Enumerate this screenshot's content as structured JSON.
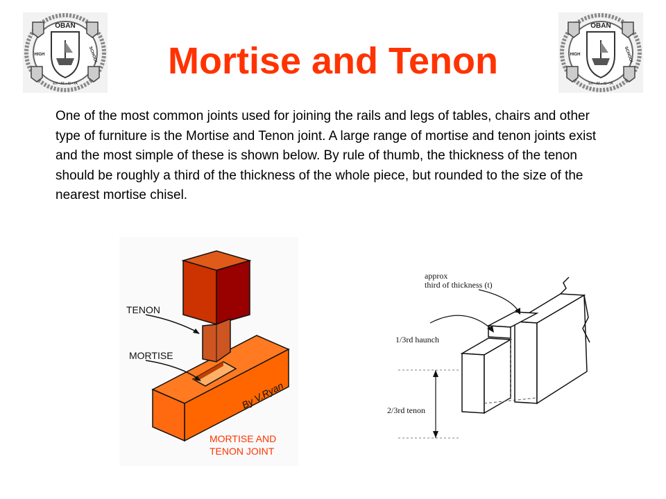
{
  "title": "Mortise and Tenon",
  "intro": "One of the most common joints used for joining the rails and legs of tables, chairs and other type of furniture is the Mortise and Tenon joint. A large range of mortise and tenon joints exist and the most simple of these is shown below.  By rule of thumb, the thickness of the tenon should be roughly a third of the thickness of the whole piece, but rounded to the size of the nearest mortise chisel.",
  "logo": {
    "top_text": "OBAN",
    "left_text": "HIGH",
    "right_text": "SCHOOL",
    "bottom_text": "EX • AT • IS • IA"
  },
  "figure_left": {
    "tenon_label": "TENON",
    "mortise_label": "MORTISE",
    "signature": "By V.Ryan",
    "caption_line1": "MORTISE AND",
    "caption_line2": "TENON JOINT"
  },
  "figure_right": {
    "approx_line1": "approx",
    "approx_line2": "third of thickness (t)",
    "haunch_label": "1/3rd haunch",
    "tenon_label": "2/3rd tenon"
  },
  "colors": {
    "title": "#ff3300",
    "tenon_front": "#cc3300",
    "tenon_side": "#990000",
    "tenon_top": "#e05a1a",
    "base_front": "#ff6600",
    "base_top": "#ff7a20",
    "caption": "#ff3300"
  }
}
